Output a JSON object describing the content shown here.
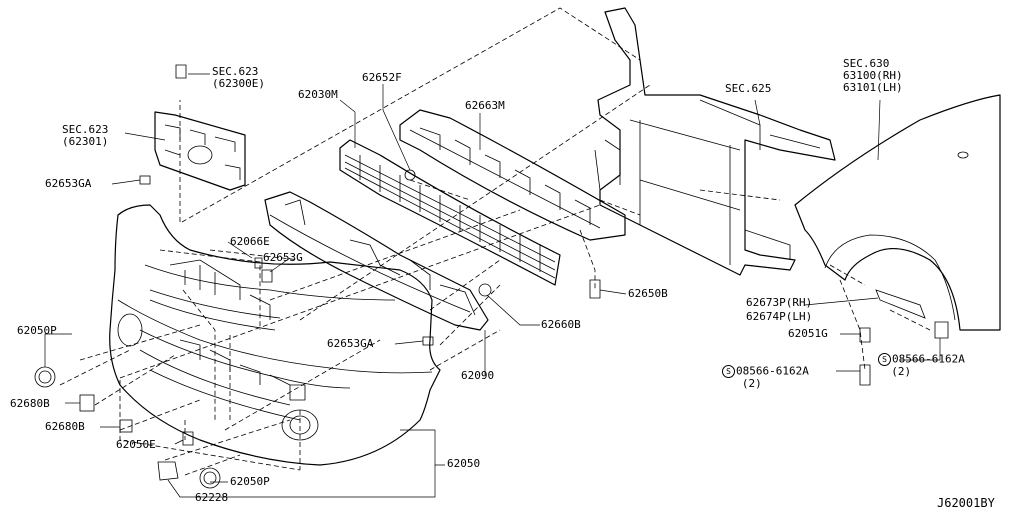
{
  "diagram_code": "J62001BY",
  "labels": {
    "sec623_a_line1": "SEC.623",
    "sec623_a_line2": "(62300E)",
    "sec623_b_line1": "SEC.623",
    "sec623_b_line2": "(62301)",
    "p62653GA_top": "62653GA",
    "p62030M": "62030M",
    "p62652F": "62652F",
    "p62663M": "62663M",
    "sec625": "SEC.625",
    "sec630_line1": "SEC.630",
    "sec630_line2": "63100(RH)",
    "sec630_line3": "63101(LH)",
    "p62066E": "62066E",
    "p62653G": "62653G",
    "p62650B": "62650B",
    "p62673P": "62673P(RH)",
    "p62674P": "62674P(LH)",
    "p62660B": "62660B",
    "p62050P_left": "62050P",
    "p62653GA_mid": "62653GA",
    "p62051G": "62051G",
    "bolt_right_code": "08566-6162A",
    "bolt_right_qty": "(2)",
    "bolt_mid_code": "08566-6162A",
    "bolt_mid_qty": "(2)",
    "p62090": "62090",
    "p62680B_a": "62680B",
    "p62680B_b": "62680B",
    "p62050E": "62050E",
    "p62050": "62050",
    "p62050P_bottom": "62050P",
    "p62228": "62228",
    "s_mark": "S"
  }
}
